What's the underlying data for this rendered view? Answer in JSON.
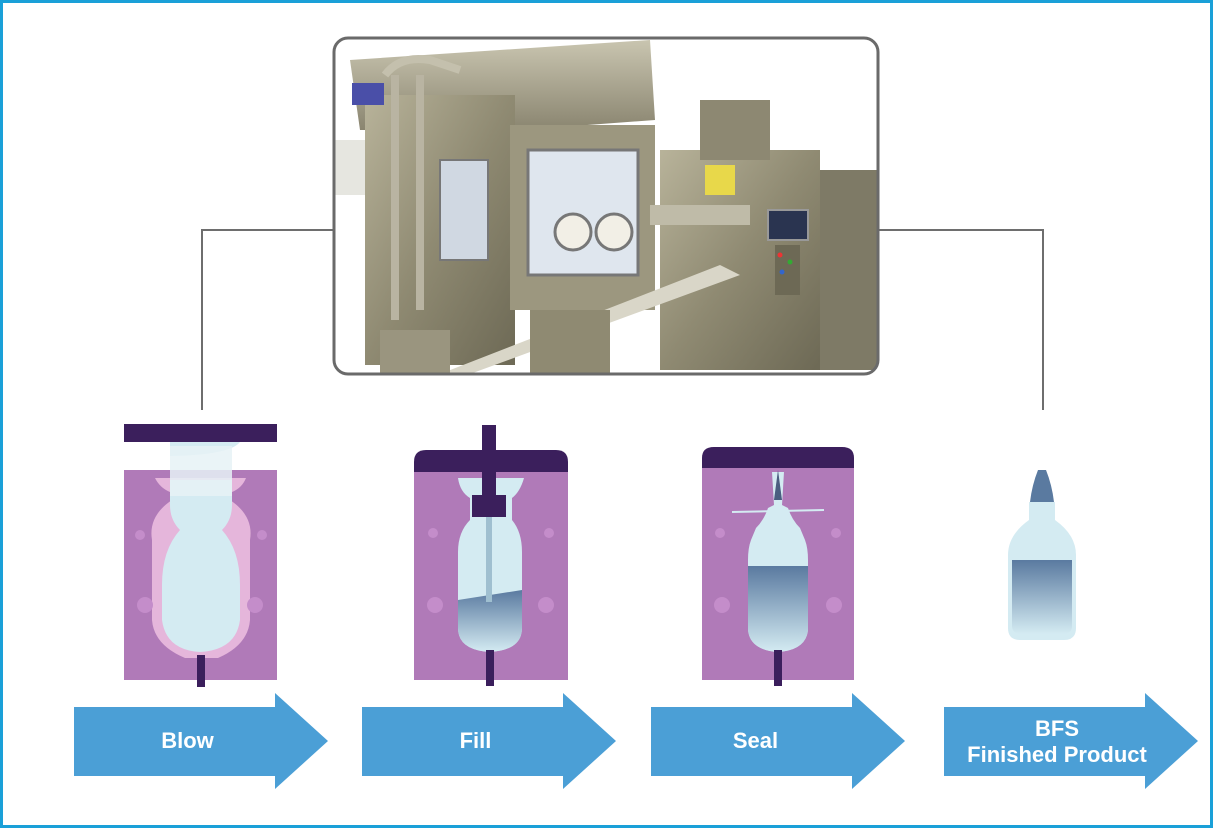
{
  "steps": [
    {
      "label": "Blow"
    },
    {
      "label": "Fill"
    },
    {
      "label": "Seal"
    },
    {
      "label_line1": "BFS",
      "label_line2": "Finished Product"
    }
  ],
  "colors": {
    "border": "#1aa0d8",
    "arrow": "#4b9fd6",
    "mold": "#b07ab8",
    "mold_dark": "#8b4f97",
    "bar": "#3b1f5c",
    "bottle": "#d4ebf2",
    "liquid_top": "#5a7aa0",
    "liquid_bottom": "#c8e0ec",
    "connector": "#6e6e6e",
    "photo_frame": "#6a6a6a"
  },
  "icons": {
    "machine_photo": "bfs-machine-photo",
    "process": [
      "blow-mold-icon",
      "fill-mold-icon",
      "seal-mold-icon",
      "finished-bottle-icon"
    ]
  }
}
